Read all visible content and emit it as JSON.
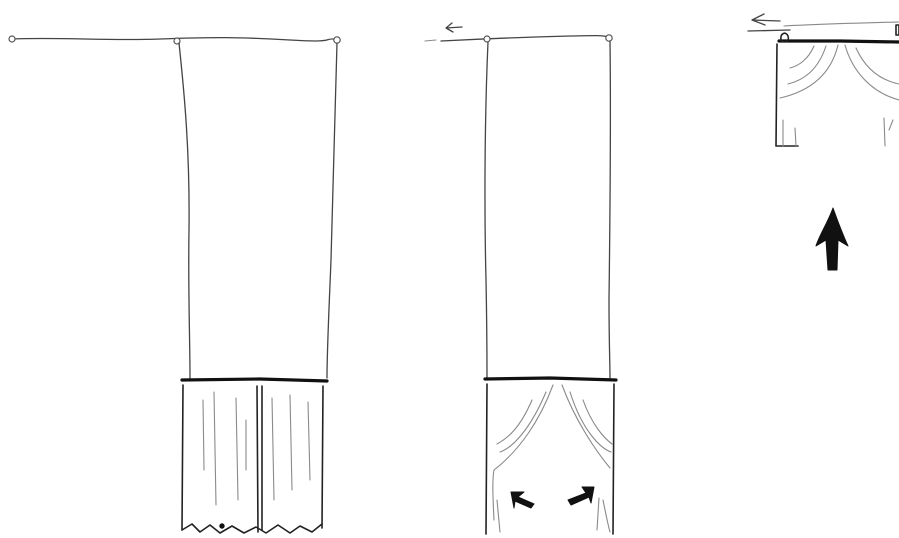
{
  "panels": [
    {
      "state": "rolled-down",
      "curtains": "closed"
    },
    {
      "state": "rod-sliding",
      "curtains": "opening"
    },
    {
      "state": "rolled-up",
      "curtains": "open"
    }
  ]
}
